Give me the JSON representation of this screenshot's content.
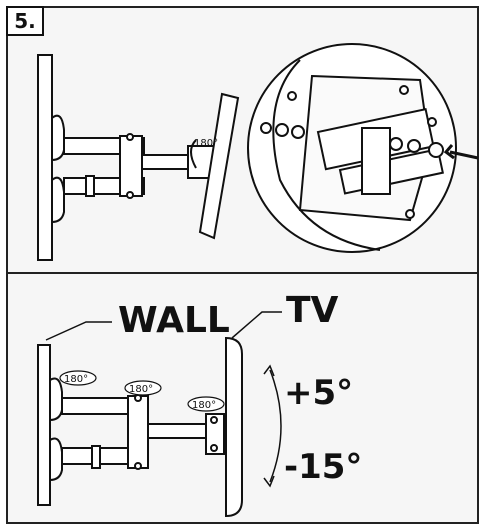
{
  "step": {
    "number": "5."
  },
  "labels": {
    "wall": "WALL",
    "tv": "TV",
    "tilt_up": "+5°",
    "tilt_down": "-15°"
  },
  "swivel_angles": [
    "180°",
    "180°",
    "180°",
    "180°"
  ],
  "colors": {
    "line": "#111111",
    "background": "#f6f6f6",
    "panel": "#ffffff"
  }
}
